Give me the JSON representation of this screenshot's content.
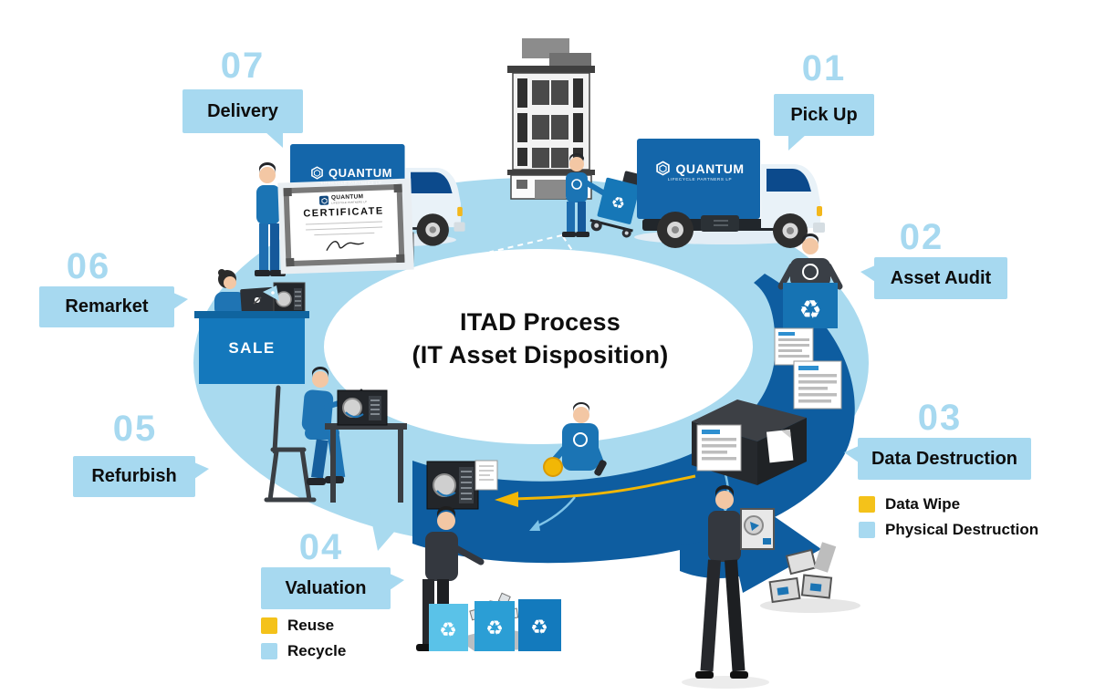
{
  "title": {
    "line1": "ITAD Process",
    "line2": "(IT Asset Disposition)"
  },
  "brand": {
    "name": "QUANTUM",
    "tagline": "LIFECYCLE PARTNERS LP"
  },
  "steps": [
    {
      "number": "01",
      "label": "Pick Up"
    },
    {
      "number": "02",
      "label": "Asset Audit"
    },
    {
      "number": "03",
      "label": "Data Destruction"
    },
    {
      "number": "04",
      "label": "Valuation"
    },
    {
      "number": "05",
      "label": "Refurbish"
    },
    {
      "number": "06",
      "label": "Remarket"
    },
    {
      "number": "07",
      "label": "Delivery"
    }
  ],
  "legends": {
    "data_destruction": {
      "items": [
        {
          "swatch": "#f4c21a",
          "label": "Data Wipe"
        },
        {
          "swatch": "#a7d9f0",
          "label": "Physical Destruction"
        }
      ]
    },
    "valuation": {
      "items": [
        {
          "swatch": "#f4c21a",
          "label": "Reuse"
        },
        {
          "swatch": "#a7d9f0",
          "label": "Recycle"
        }
      ]
    }
  },
  "labels": {
    "sale": "SALE",
    "certificate": "CERTIFICATE"
  },
  "icons": {
    "recycle": "♻"
  },
  "colors": {
    "light_blue": "#a7d9f0",
    "dark_blue": "#0e5da0",
    "brand_blue": "#1466aa",
    "yellow": "#f4c21a"
  }
}
